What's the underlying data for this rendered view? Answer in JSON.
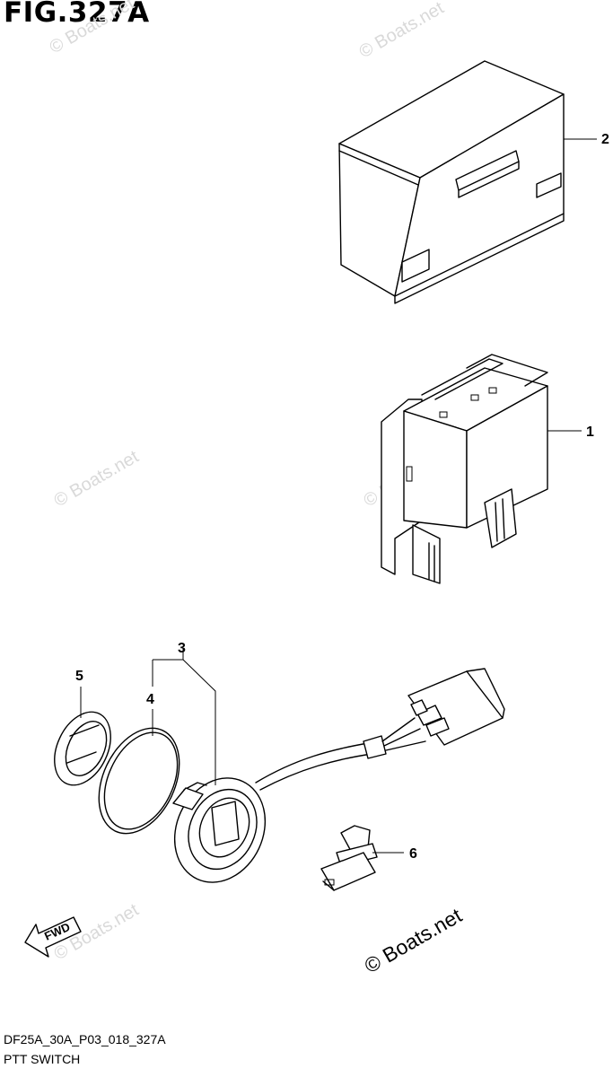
{
  "figure": {
    "title": "FIG.327A",
    "code": "DF25A_30A_P03_018_327A",
    "caption": "PTT SWITCH"
  },
  "callouts": {
    "part_1": "1",
    "part_2": "2",
    "part_3": "3",
    "part_4": "4",
    "part_5": "5",
    "part_6": "6"
  },
  "direction_marker": {
    "label": "FWD",
    "icon": "arrow-left-icon"
  },
  "watermarks": {
    "faint_text": "© Boats.net",
    "main_text": "© Boats.net"
  }
}
